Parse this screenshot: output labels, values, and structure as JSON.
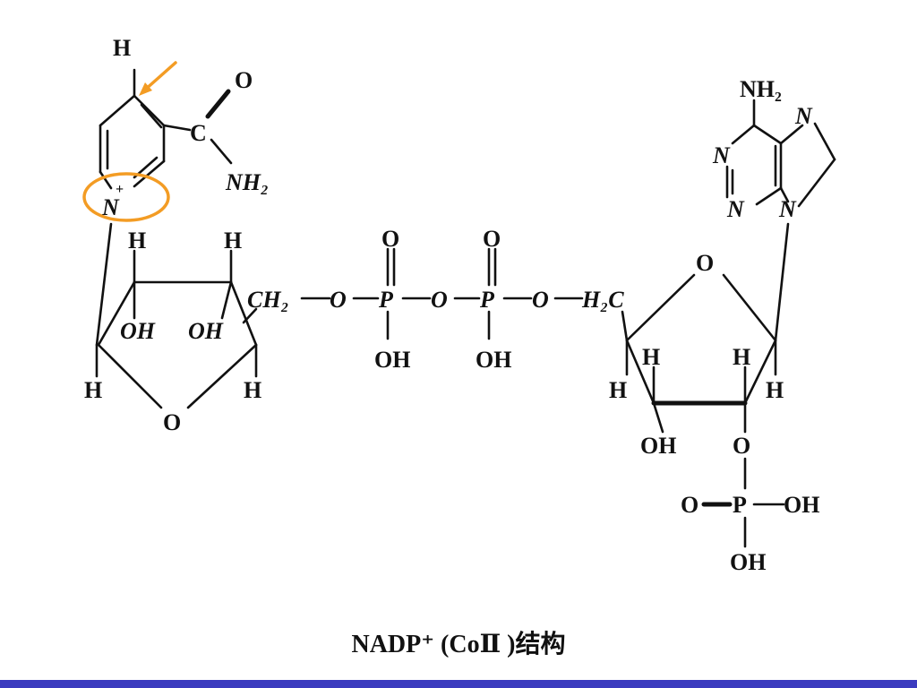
{
  "colors": {
    "highlight": "#f39c24",
    "bar": "#3b3bbf",
    "ink": "#111111"
  },
  "caption": "NADP⁺ (CoⅡ )结构",
  "atoms": {
    "H_top": "H",
    "O_amide": "O",
    "C_amide": "C",
    "NH2_amide": "NH₂",
    "N_pyridinium": "N",
    "plus": "+",
    "H1": "H",
    "H2": "H",
    "H3": "H",
    "H4": "H",
    "OH1": "OH",
    "OH2": "OH",
    "O_ribose1": "O",
    "CH2_left": "CH₂",
    "O_link1": "O",
    "P1": "P",
    "O_P1_top": "O",
    "OH_P1": "OH",
    "O_link2": "O",
    "P2": "P",
    "O_P2_top": "O",
    "OH_P2": "OH",
    "O_link3": "O",
    "H2C_right": "H₂C",
    "O_ribose2": "O",
    "H5": "H",
    "H6": "H",
    "H7": "H",
    "H8": "H",
    "OH3": "OH",
    "O_ester": "O",
    "O_P3": "O",
    "P3": "P",
    "OH_P3_right": "OH",
    "OH_P3_bottom": "OH",
    "NH2_adenine": "NH₂",
    "N_ad1": "N",
    "N_ad2": "N",
    "N_ad3": "N",
    "N_ad4": "N"
  }
}
